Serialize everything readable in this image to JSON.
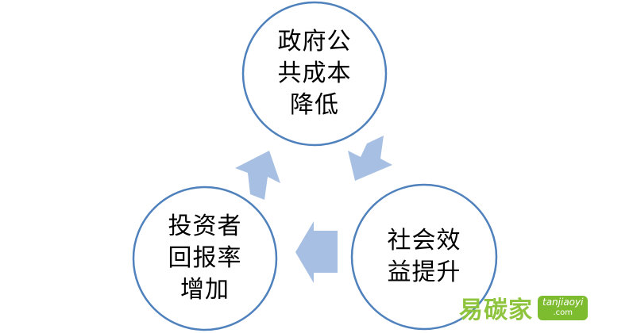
{
  "nodes": [
    {
      "id": "top",
      "lines": [
        "政府公",
        "共成本",
        "降低"
      ]
    },
    {
      "id": "right",
      "lines": [
        "社会效",
        "益提升"
      ]
    },
    {
      "id": "left",
      "lines": [
        "投资者",
        "回报率",
        "增加"
      ]
    }
  ],
  "colors": {
    "circle_stroke": "#4f81bd",
    "circle_fill": "#ffffff",
    "arrow_fill": "#a7bfe2",
    "text": "#000000",
    "watermark_green": "#8fc43e"
  },
  "watermark": {
    "logo_text": "易碳家",
    "domain": "tanjiaoyi",
    "suffix": ".com"
  }
}
